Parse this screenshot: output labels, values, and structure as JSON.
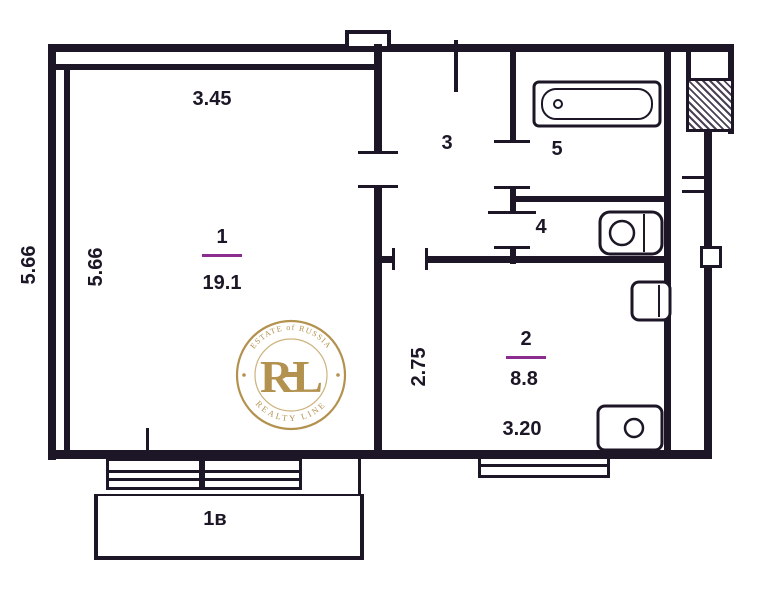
{
  "colors": {
    "wall": "#1c1626",
    "underline_accent": "#8a2d8f",
    "watermark_gold": "#b3924f",
    "watermark_tan": "#cdb37e",
    "background": "#ffffff"
  },
  "plan": {
    "rooms": {
      "room1": {
        "number": "1",
        "area": "19.1"
      },
      "room2": {
        "number": "2",
        "area": "8.8"
      },
      "room3": {
        "number": "3"
      },
      "room4": {
        "number": "4"
      },
      "room5": {
        "number": "5"
      }
    },
    "balcony": {
      "label": "1в"
    },
    "dimensions": {
      "room1_width": "3.45",
      "room1_height": "5.66",
      "outer_left_height": "5.66",
      "kitchen_height": "2.75",
      "kitchen_width": "3.20"
    }
  },
  "watermark": {
    "arc_top": "ESTATE of RUSSIA",
    "monogram": "RL",
    "arc_bottom": "REALTY LINE"
  },
  "icons": {
    "bathtub": "bathtub-icon",
    "toilet": "toilet-icon",
    "stove": "stove-icon",
    "sink": "sink-icon"
  }
}
